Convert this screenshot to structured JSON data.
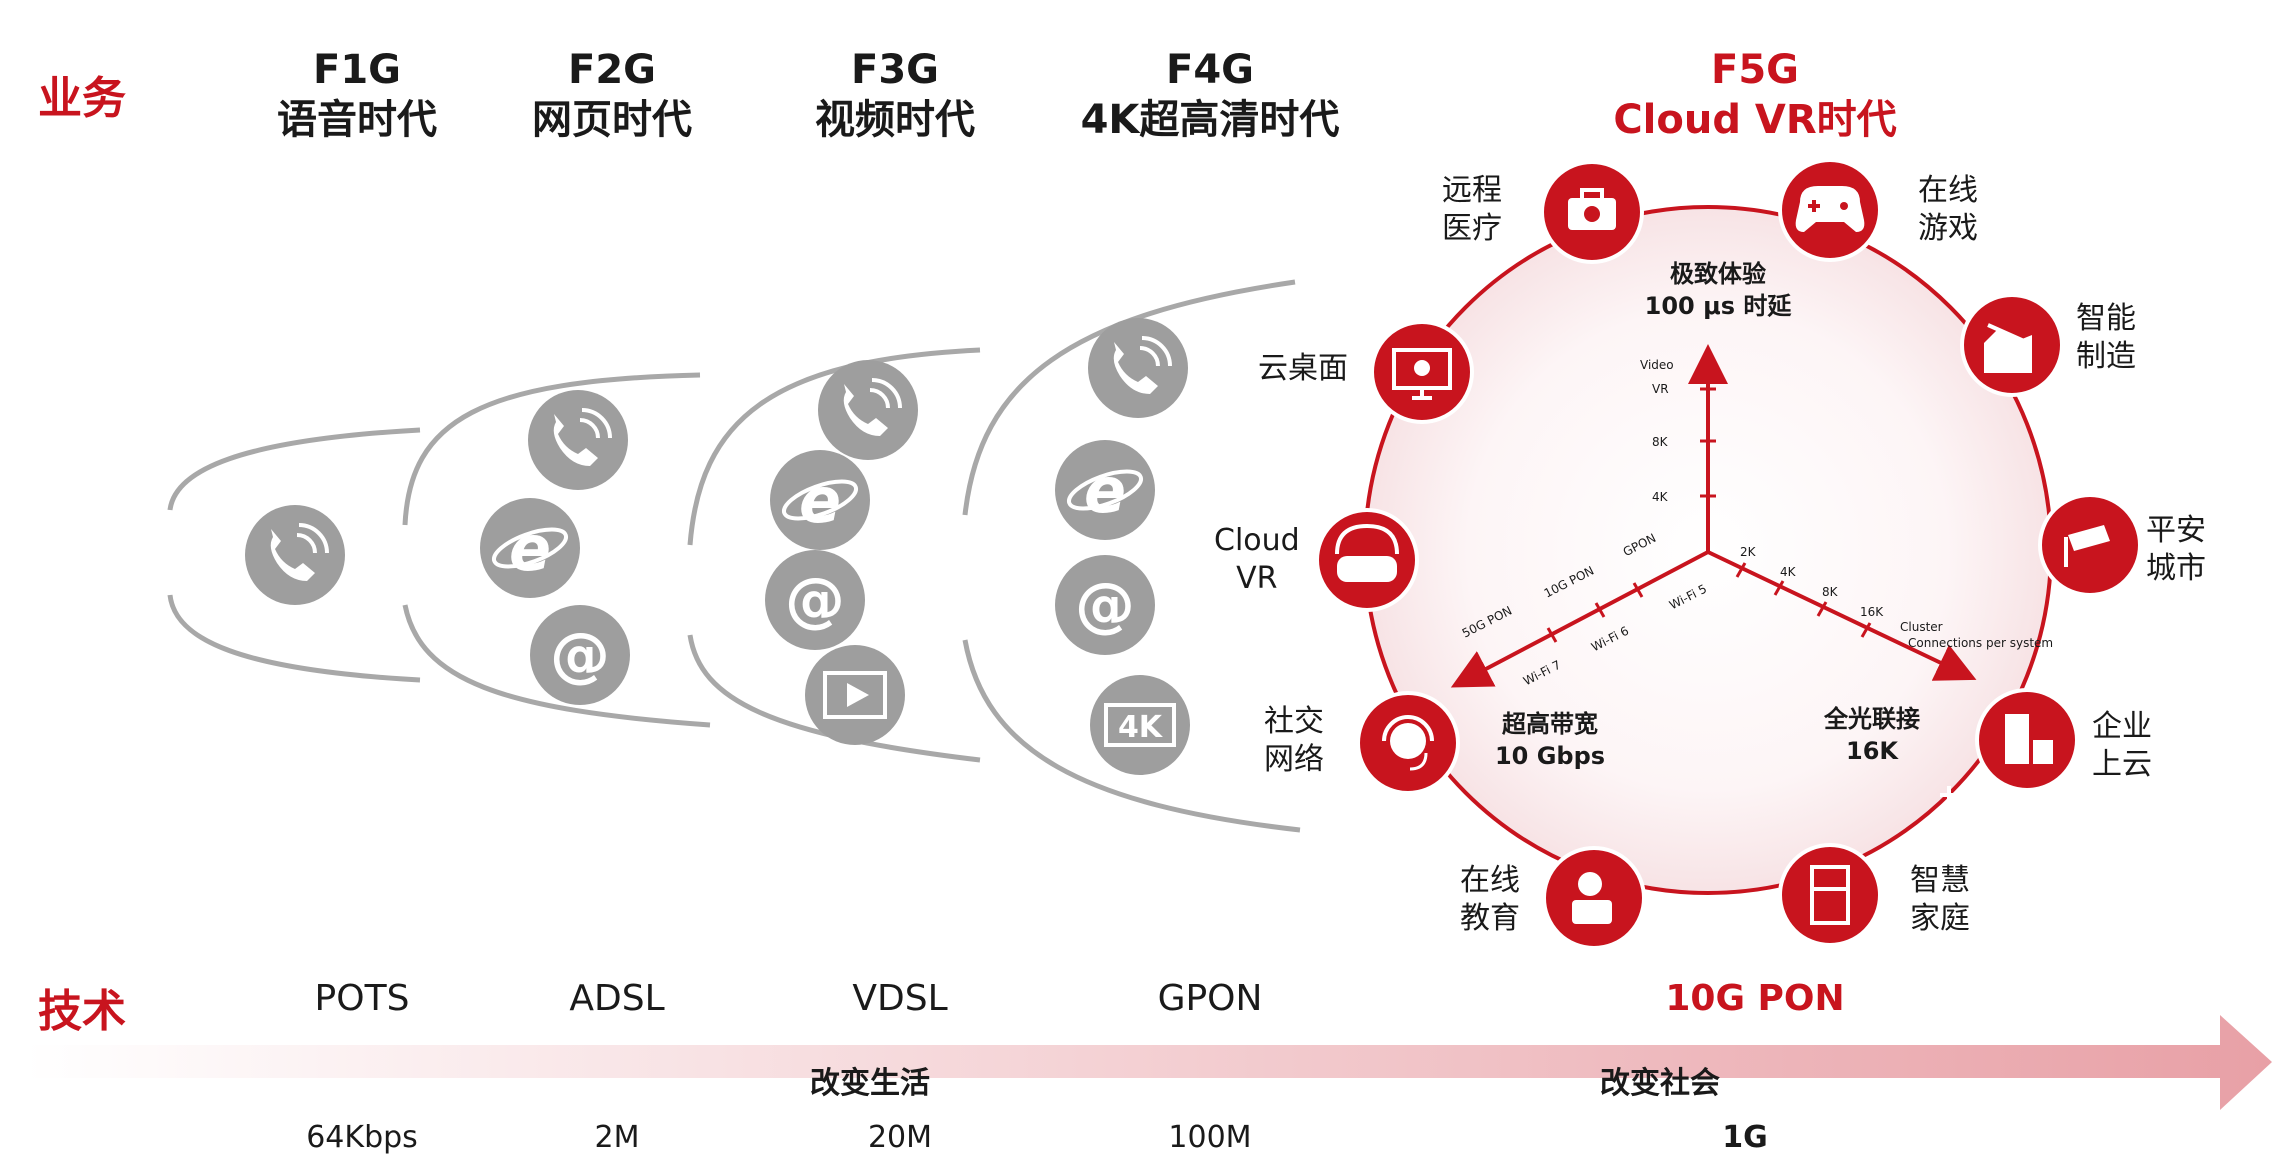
{
  "labels": {
    "business": "业务",
    "technology": "技术"
  },
  "generations": [
    {
      "code": "F1G",
      "name": "语音时代"
    },
    {
      "code": "F2G",
      "name": "网页时代"
    },
    {
      "code": "F3G",
      "name": "视频时代"
    },
    {
      "code": "F4G",
      "name": "4K超高清时代"
    },
    {
      "code": "F5G",
      "name": "Cloud VR时代"
    }
  ],
  "technologies": [
    "POTS",
    "ADSL",
    "VDSL",
    "GPON",
    "10G PON"
  ],
  "speeds": [
    "64Kbps",
    "2M",
    "20M",
    "100M",
    "1G"
  ],
  "arrow_labels": {
    "life": "改变生活",
    "society": "改变社会"
  },
  "services": {
    "remote_medical": "远程\n医疗",
    "online_game": "在线\n游戏",
    "smart_manufacturing": "智能\n制造",
    "cloud_desktop": "云桌面",
    "safe_city": "平安\n城市",
    "cloud_vr": "Cloud\nVR",
    "social_network": "社交\n网络",
    "enterprise_cloud": "企业\n上云",
    "online_education": "在线\n教育",
    "smart_home": "智慧\n家庭"
  },
  "center": {
    "latency_title": "极致体验",
    "latency_value": "100 μs 时延",
    "bandwidth_title": "超高带宽",
    "bandwidth_value": "10 Gbps",
    "connect_title": "全光联接",
    "connect_value": "16K"
  },
  "axes": {
    "vertical": [
      "Video",
      "VR",
      "8K",
      "4K"
    ],
    "left": [
      "GPON",
      "10G PON",
      "50G PON"
    ],
    "left_wifi": [
      "Wi-Fi 5",
      "Wi-Fi 6",
      "Wi-Fi 7"
    ],
    "right": [
      "2K",
      "4K",
      "8K",
      "16K"
    ],
    "right_caption_1": "Cluster",
    "right_caption_2": "Connections per system"
  },
  "colors": {
    "accent": "#c8141e",
    "gray_icon": "#9e9e9e",
    "arrow_end": "#e8a0a6"
  }
}
